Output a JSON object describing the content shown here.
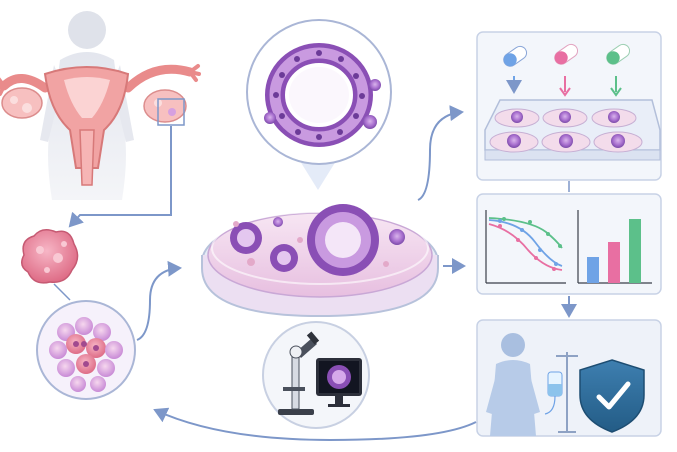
{
  "diagram": {
    "stages": [
      {
        "id": "donor",
        "icon": "female-silhouette-icon"
      },
      {
        "id": "reproductive-tract",
        "icon": "uterus-ovaries-icon"
      },
      {
        "id": "tumor-tissue",
        "icon": "tissue-sample-icon"
      },
      {
        "id": "dissociated-cells",
        "icon": "cell-cluster-icon"
      },
      {
        "id": "organoid-culture",
        "icon": "petri-dish-icon"
      },
      {
        "id": "organoid-closeup",
        "icon": "organoid-magnified-icon"
      },
      {
        "id": "microscopy-imaging",
        "icon": "microscope-monitor-icon"
      },
      {
        "id": "drug-screening",
        "icon": "multiwell-plate-icon"
      },
      {
        "id": "response-analysis",
        "icon": "chart-panel-icon"
      },
      {
        "id": "patient-treatment",
        "icon": "patient-therapy-icon"
      }
    ],
    "drug_colors": [
      "#6fa3e6",
      "#e86fa2",
      "#5cc08a"
    ],
    "accent": "#7d97c9",
    "organoid_color": "#9b5fc0"
  }
}
